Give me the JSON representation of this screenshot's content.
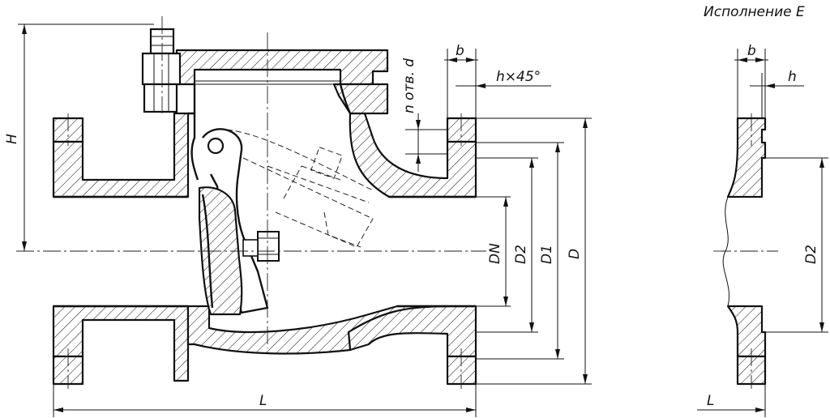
{
  "title": "Исполнение E",
  "dimensions": {
    "height": "H",
    "length_main": "L",
    "length_detail": "L",
    "holes": "n отв. d",
    "flange_thickness_main": "b",
    "flange_thickness_detail": "b",
    "chamfer": "h×45°",
    "raised_face": "h",
    "nominal_diameter": "DN",
    "d2_main": "D2",
    "d2_detail": "D2",
    "d1": "D1",
    "d": "D"
  }
}
